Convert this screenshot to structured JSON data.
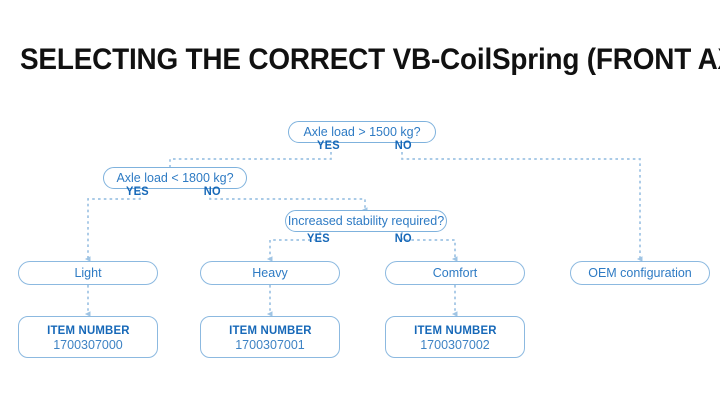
{
  "title": "SELECTING THE CORRECT VB-CoilSpring (FRONT AXLE)",
  "colors": {
    "title_text": "#111111",
    "node_text": "#2E7BC4",
    "node_border": "#8CB9E0",
    "branch_label": "#1668B8",
    "connector": "#9FC4E4",
    "background": "#FFFFFF"
  },
  "flowchart": {
    "decisions": [
      {
        "id": "axle-load-1500",
        "text": "Axle load > 1500 kg?",
        "yes_label": "YES",
        "no_label": "NO"
      },
      {
        "id": "axle-load-1800",
        "text": "Axle load < 1800 kg?",
        "yes_label": "YES",
        "no_label": "NO"
      },
      {
        "id": "increased-stability",
        "text": "Increased stability required?",
        "yes_label": "YES",
        "no_label": "NO"
      }
    ],
    "results": [
      {
        "id": "light",
        "text": "Light"
      },
      {
        "id": "heavy",
        "text": "Heavy"
      },
      {
        "id": "comfort",
        "text": "Comfort"
      },
      {
        "id": "oem",
        "text": "OEM configuration"
      }
    ],
    "items": [
      {
        "id": "item-light",
        "label": "ITEM NUMBER",
        "value": "1700307000"
      },
      {
        "id": "item-heavy",
        "label": "ITEM NUMBER",
        "value": "1700307001"
      },
      {
        "id": "item-comfort",
        "label": "ITEM NUMBER",
        "value": "1700307002"
      }
    ]
  }
}
